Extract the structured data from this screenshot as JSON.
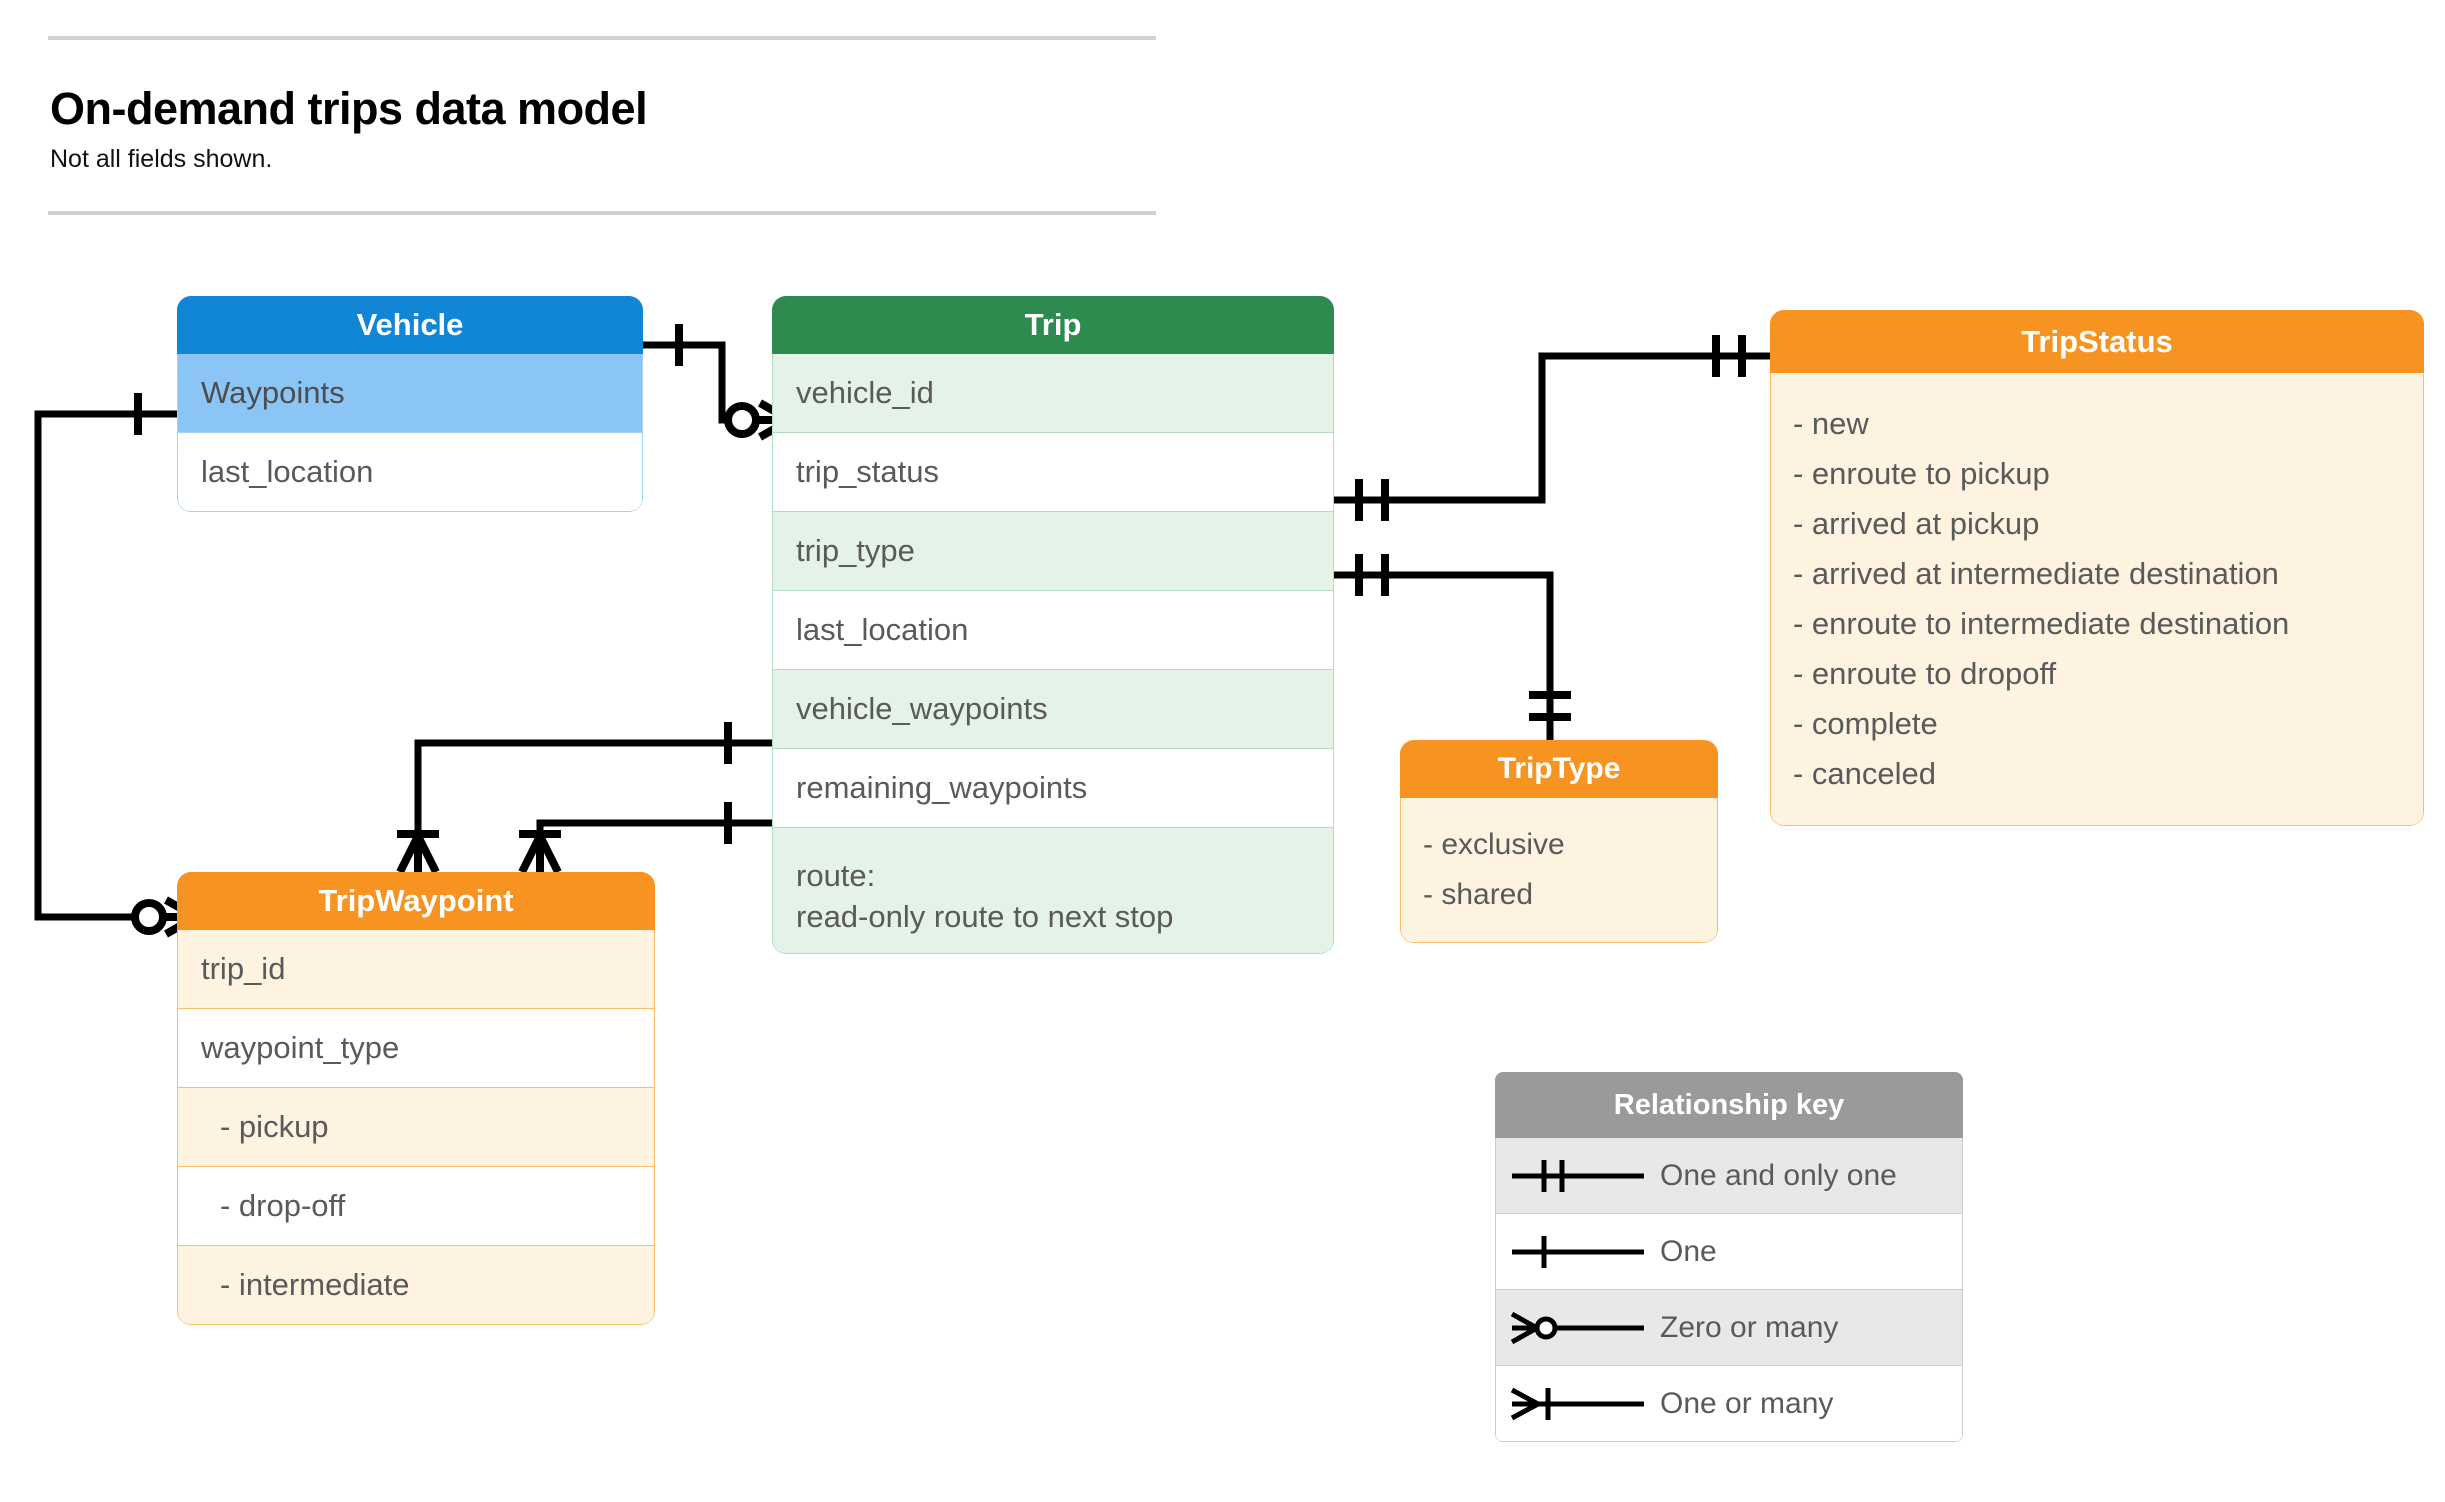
{
  "header": {
    "title": "On-demand trips data model",
    "subtitle": "Not all fields shown."
  },
  "entities": {
    "vehicle": {
      "name": "Vehicle",
      "header_color": "#1086d4",
      "fields": [
        {
          "label": "Waypoints"
        },
        {
          "label": "last_location"
        }
      ]
    },
    "trip": {
      "name": "Trip",
      "header_color": "#2e8b4f",
      "fields": [
        {
          "label": "vehicle_id"
        },
        {
          "label": "trip_status"
        },
        {
          "label": "trip_type"
        },
        {
          "label": "last_location"
        },
        {
          "label": "vehicle_waypoints"
        },
        {
          "label": "remaining_waypoints"
        }
      ],
      "route_line_1": "route:",
      "route_line_2": "read-only route to next stop"
    },
    "trip_status": {
      "name": "TripStatus",
      "header_color": "#f79421",
      "values": [
        "- new",
        "- enroute to pickup",
        "- arrived at pickup",
        "- arrived at intermediate destination",
        "- enroute to intermediate destination",
        "- enroute to dropoff",
        "- complete",
        "- canceled"
      ]
    },
    "trip_type": {
      "name": "TripType",
      "header_color": "#f79421",
      "values": [
        "- exclusive",
        "- shared"
      ]
    },
    "trip_waypoint": {
      "name": "TripWaypoint",
      "header_color": "#f79421",
      "fields": [
        {
          "label": "trip_id"
        },
        {
          "label": "waypoint_type"
        },
        {
          "label": "-  pickup"
        },
        {
          "label": "-  drop-off"
        },
        {
          "label": "-  intermediate"
        }
      ]
    }
  },
  "relationship_key": {
    "title": "Relationship key",
    "rows": [
      {
        "symbol": "one-and-only-one",
        "label": "One and only one"
      },
      {
        "symbol": "one",
        "label": "One"
      },
      {
        "symbol": "zero-or-many",
        "label": "Zero or many"
      },
      {
        "symbol": "one-or-many",
        "label": "One or many"
      }
    ]
  },
  "relationships": [
    {
      "from": "Vehicle",
      "from_cardinality": "one",
      "to": "Trip.vehicle_id",
      "to_cardinality": "zero-or-many"
    },
    {
      "from": "Vehicle.Waypoints",
      "from_cardinality": "one",
      "to": "TripWaypoint",
      "to_cardinality": "zero-or-many"
    },
    {
      "from": "Trip.trip_status",
      "from_cardinality": "one-and-only-one",
      "to": "TripStatus",
      "to_cardinality": "one-and-only-one"
    },
    {
      "from": "Trip.trip_type",
      "from_cardinality": "one-and-only-one",
      "to": "TripType",
      "to_cardinality": "one-and-only-one"
    },
    {
      "from": "Trip.vehicle_waypoints",
      "from_cardinality": "one",
      "to": "TripWaypoint",
      "to_cardinality": "one-or-many"
    },
    {
      "from": "Trip.remaining_waypoints",
      "from_cardinality": "one",
      "to": "TripWaypoint",
      "to_cardinality": "one-or-many"
    }
  ]
}
